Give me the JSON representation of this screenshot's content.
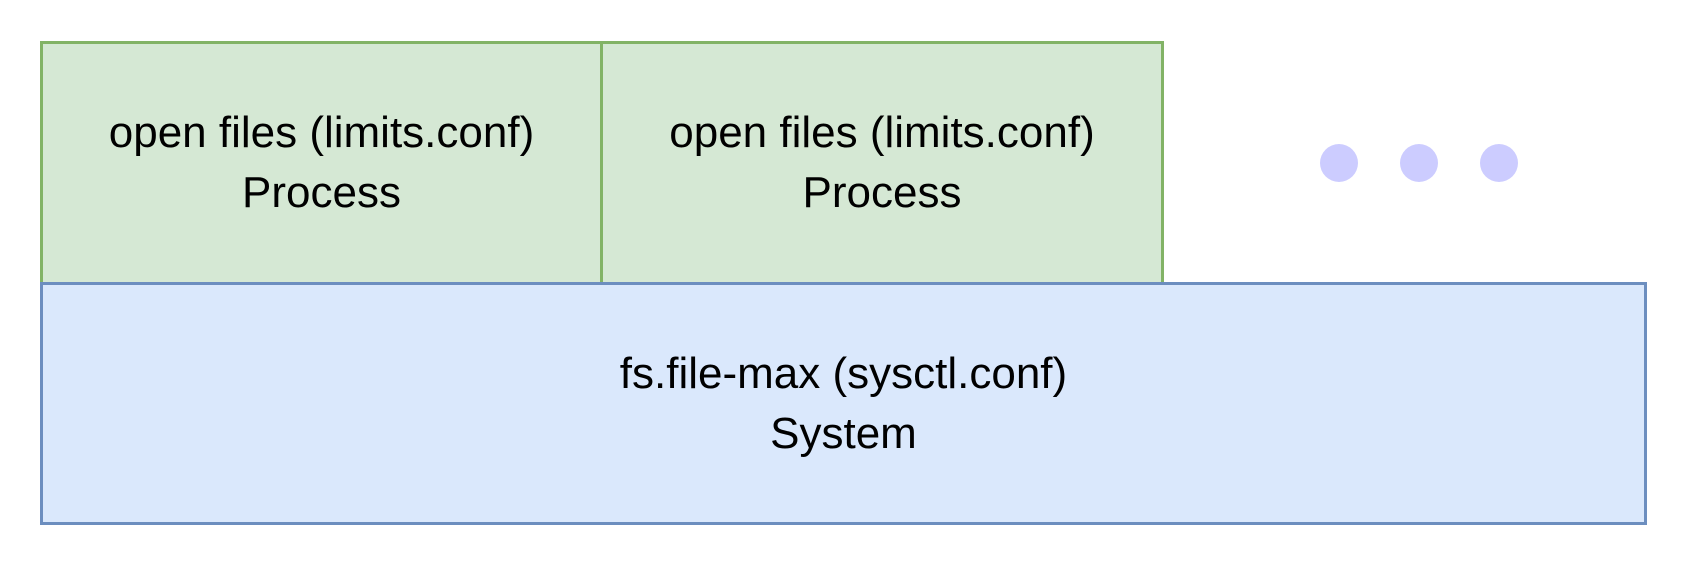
{
  "process_boxes": [
    {
      "line1": "open files (limits.conf)",
      "line2": "Process"
    },
    {
      "line1": "open files (limits.conf)",
      "line2": "Process"
    }
  ],
  "system_box": {
    "line1": "fs.file-max (sysctl.conf)",
    "line2": "System"
  },
  "ellipsis": {
    "count": 3,
    "color": "#ccccff"
  },
  "colors": {
    "process_fill": "#d5e8d4",
    "process_stroke": "#82b366",
    "system_fill": "#dae8fc",
    "system_stroke": "#6c8ebf"
  }
}
